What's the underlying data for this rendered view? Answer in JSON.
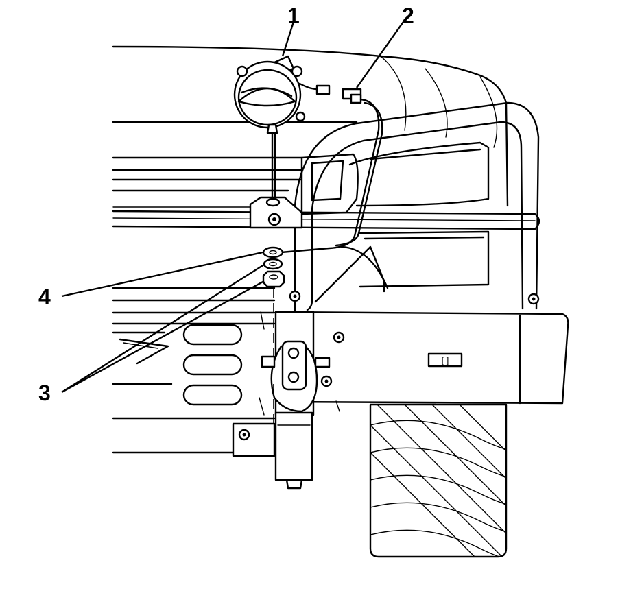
{
  "callouts": [
    {
      "id": "1",
      "label": "1"
    },
    {
      "id": "2",
      "label": "2"
    },
    {
      "id": "3",
      "label": "3"
    },
    {
      "id": "4",
      "label": "4"
    }
  ],
  "bumper_marker_text": "[ ]"
}
